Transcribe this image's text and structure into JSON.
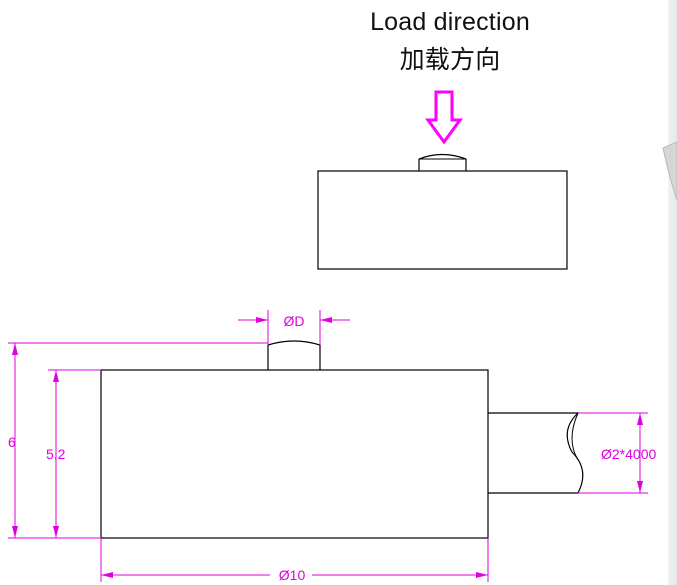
{
  "title": {
    "en": "Load direction",
    "cn": "加载方向"
  },
  "dimensions": {
    "button_diameter": "ØD",
    "total_height": "6",
    "body_height": "5.2",
    "cable": "Ø2*4000",
    "body_diameter": "Ø10"
  },
  "colors": {
    "outline": "#000000",
    "dimension": "#e000e0",
    "arrow": "#ff00ff"
  },
  "icons": {
    "load_arrow": "down-arrow-icon"
  }
}
